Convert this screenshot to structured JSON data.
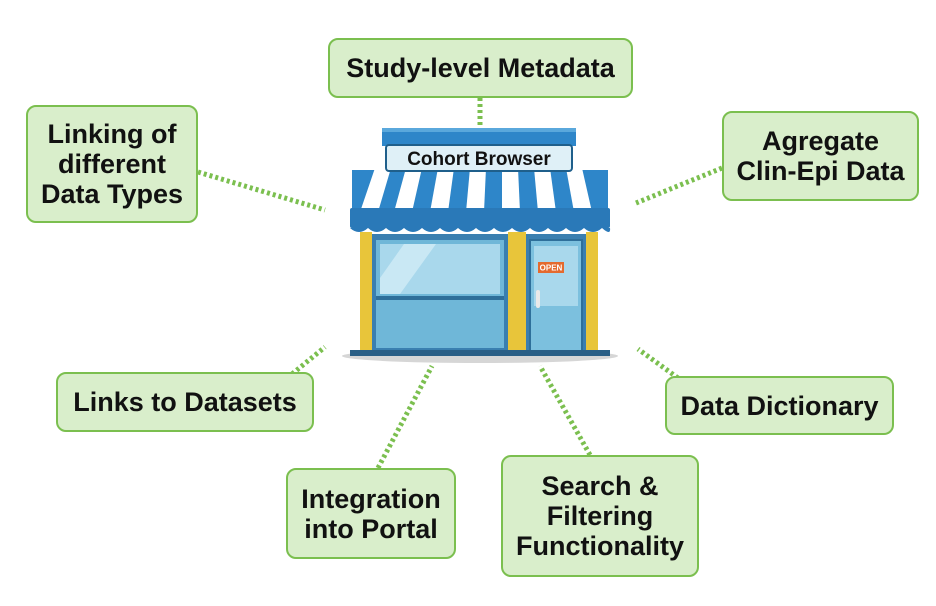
{
  "center": {
    "label": "Cohort Browser",
    "door_sign": "OPEN"
  },
  "features": [
    {
      "id": "study-level-metadata",
      "label": "Study-level Metadata"
    },
    {
      "id": "agregate-clin-epi-data",
      "label": "Agregate\nClin-Epi Data"
    },
    {
      "id": "data-dictionary",
      "label": "Data Dictionary"
    },
    {
      "id": "search-filtering-functionality",
      "label": "Search &\nFiltering\nFunctionality"
    },
    {
      "id": "integration-into-portal",
      "label": "Integration\ninto Portal"
    },
    {
      "id": "links-to-datasets",
      "label": "Links to Datasets"
    },
    {
      "id": "linking-of-different-data-types",
      "label": "Linking of\ndifferent\nData Types"
    }
  ],
  "colors": {
    "box_fill": "#d9eecb",
    "box_border": "#7bbf4f",
    "connector": "#7bbf4f",
    "awning_blue": "#2e86c9",
    "awning_white": "#ffffff",
    "frame_yellow": "#e8c53a",
    "wall_blue": "#3a7fb0",
    "glass": "#a9d8ec",
    "sign_fill": "#dff0f7",
    "open_sign": "#e46a2e"
  }
}
